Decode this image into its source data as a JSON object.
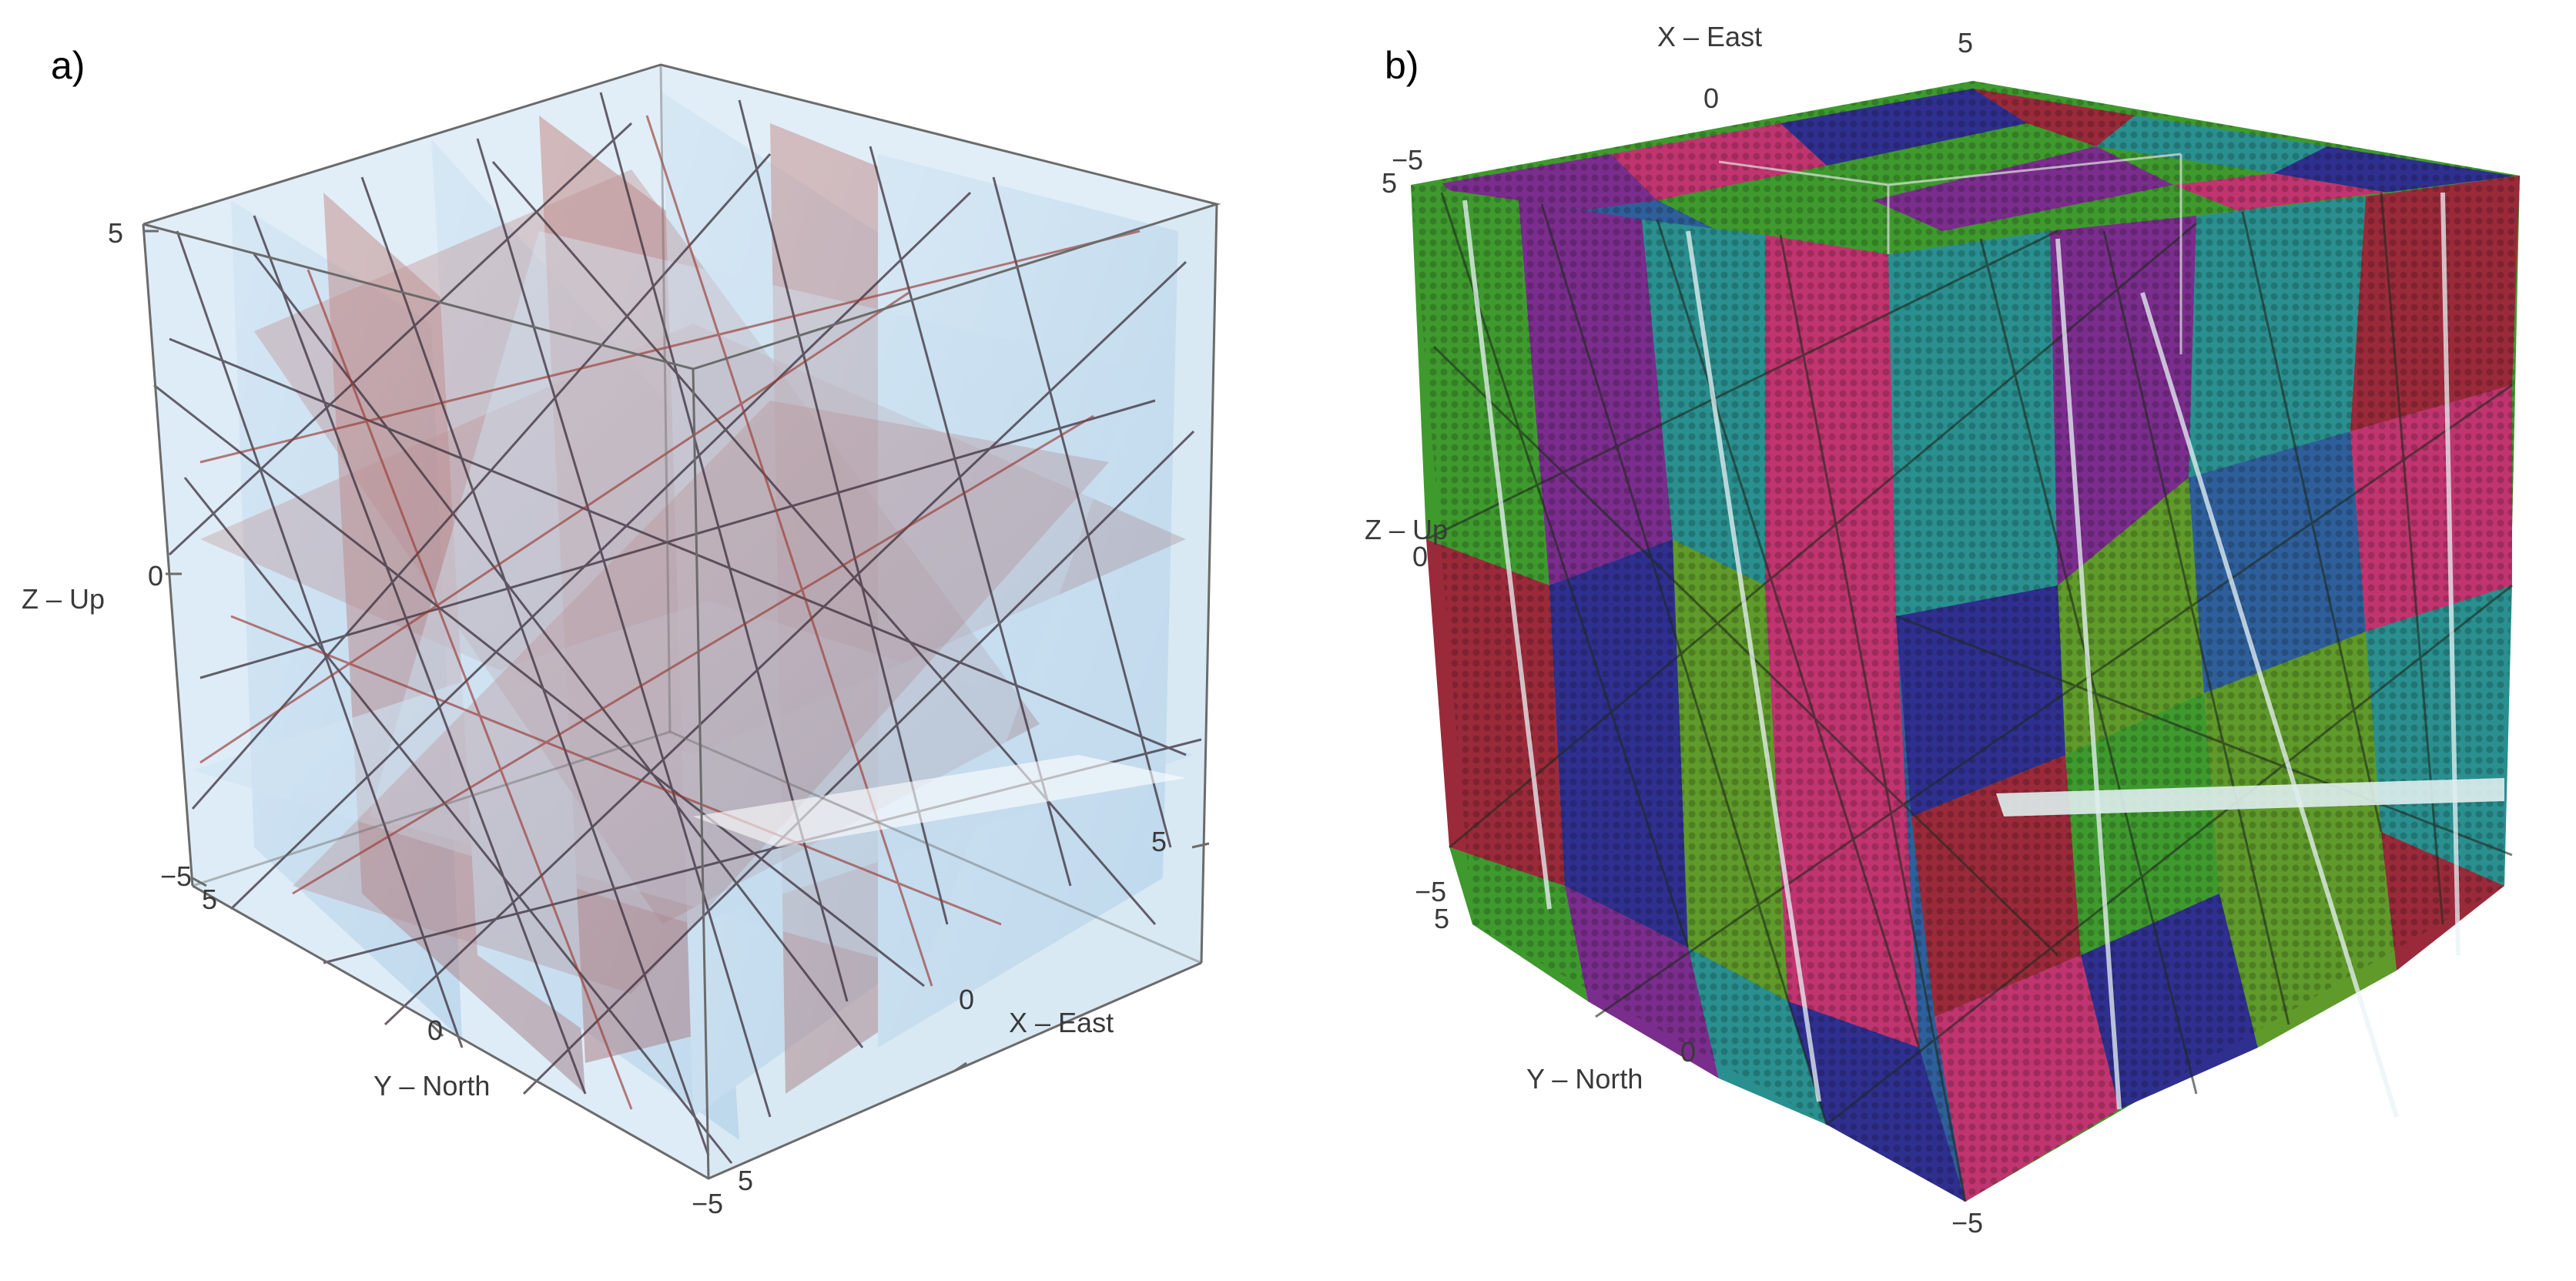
{
  "panels": [
    {
      "label": "a)",
      "axes": {
        "x_title": "X – East",
        "y_title": "Y – North",
        "z_title": "Z – Up",
        "x_ticks": [
          "0",
          "5"
        ],
        "y_ticks": [
          "−5",
          "0",
          "5"
        ],
        "z_ticks": [
          "5",
          "0",
          "−5"
        ],
        "extra_ticks": [
          "5",
          "−5"
        ]
      },
      "colors": {
        "planes_blue": "#b9d6ec",
        "planes_red": "#a9423a",
        "edges": "#5a5a5a"
      }
    },
    {
      "label": "b)",
      "axes": {
        "x_title": "X – East",
        "y_title": "Y – North",
        "z_title": "Z – Up",
        "x_ticks": [
          "0",
          "5"
        ],
        "y_ticks": [
          "0",
          "5"
        ],
        "z_ticks": [
          "5",
          "0",
          "−5"
        ],
        "extra_ticks": [
          "−5",
          "−5"
        ]
      },
      "colors": {
        "region_palette": [
          "#7a2d8c",
          "#2f2f8f",
          "#3f9a2e",
          "#9a2a3a",
          "#2a8f8f",
          "#c0346f",
          "#5f9a2a",
          "#2e5f9a"
        ]
      }
    }
  ]
}
